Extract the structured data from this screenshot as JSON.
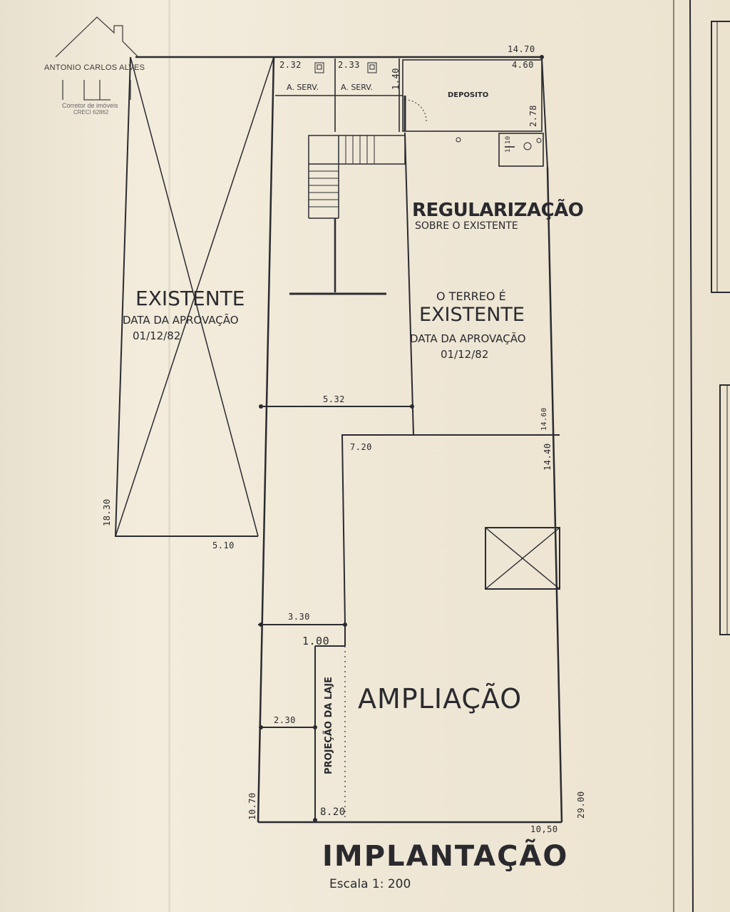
{
  "logo": {
    "name": "ANTONIO CARLOS ALVES",
    "subtitle": "Corretor de imóveis",
    "creci": "CRECI 62862"
  },
  "plan": {
    "title": "IMPLANTAÇÃO",
    "scale": "Escala 1: 200",
    "existente_left": {
      "title": "EXISTENTE",
      "line1": "DATA DA APROVAÇÃO",
      "date": "01/12/82"
    },
    "regularizacao": {
      "title": "REGULARIZAÇÃO",
      "subtitle": "SOBRE O EXISTENTE"
    },
    "existente_right": {
      "intro": "O TERREO É",
      "title": "EXISTENTE",
      "line1": "DATA DA APROVAÇÃO",
      "date": "01/12/82"
    },
    "ampliacao": "AMPLIAÇÃO",
    "projecao": "PROJEÇÃO DA LAJE",
    "rooms": {
      "serv1": "A. SERV.",
      "serv2": "A. SERV.",
      "deposito": "DEPOSITO"
    },
    "dims": {
      "d1470": "14.70",
      "d460": "4.60",
      "d232": "2.32",
      "d233": "2.33",
      "d140": "1.40",
      "d278": "2.78",
      "d110": "1.10",
      "d532": "5.32",
      "d1460": "14.60",
      "d720": "7.20",
      "d1440": "14.40",
      "d1830": "18.30",
      "d510": "5.10",
      "d330": "3.30",
      "d100": "1.00",
      "d230": "2.30",
      "d1070": "10.70",
      "d820": "8.20",
      "d1050": "10,50",
      "d2900": "29.00"
    }
  }
}
